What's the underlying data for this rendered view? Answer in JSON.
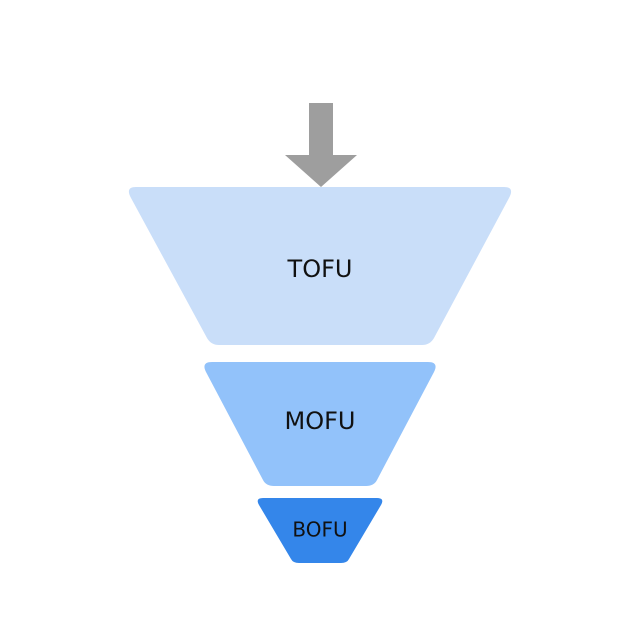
{
  "diagram": {
    "type": "funnel",
    "arrow": {
      "icon": "arrow-down-icon",
      "color": "#9e9e9e"
    },
    "stages": [
      {
        "label": "TOFU",
        "color": "#c9def9"
      },
      {
        "label": "MOFU",
        "color": "#92c2fa"
      },
      {
        "label": "BOFU",
        "color": "#3486ea"
      }
    ]
  }
}
